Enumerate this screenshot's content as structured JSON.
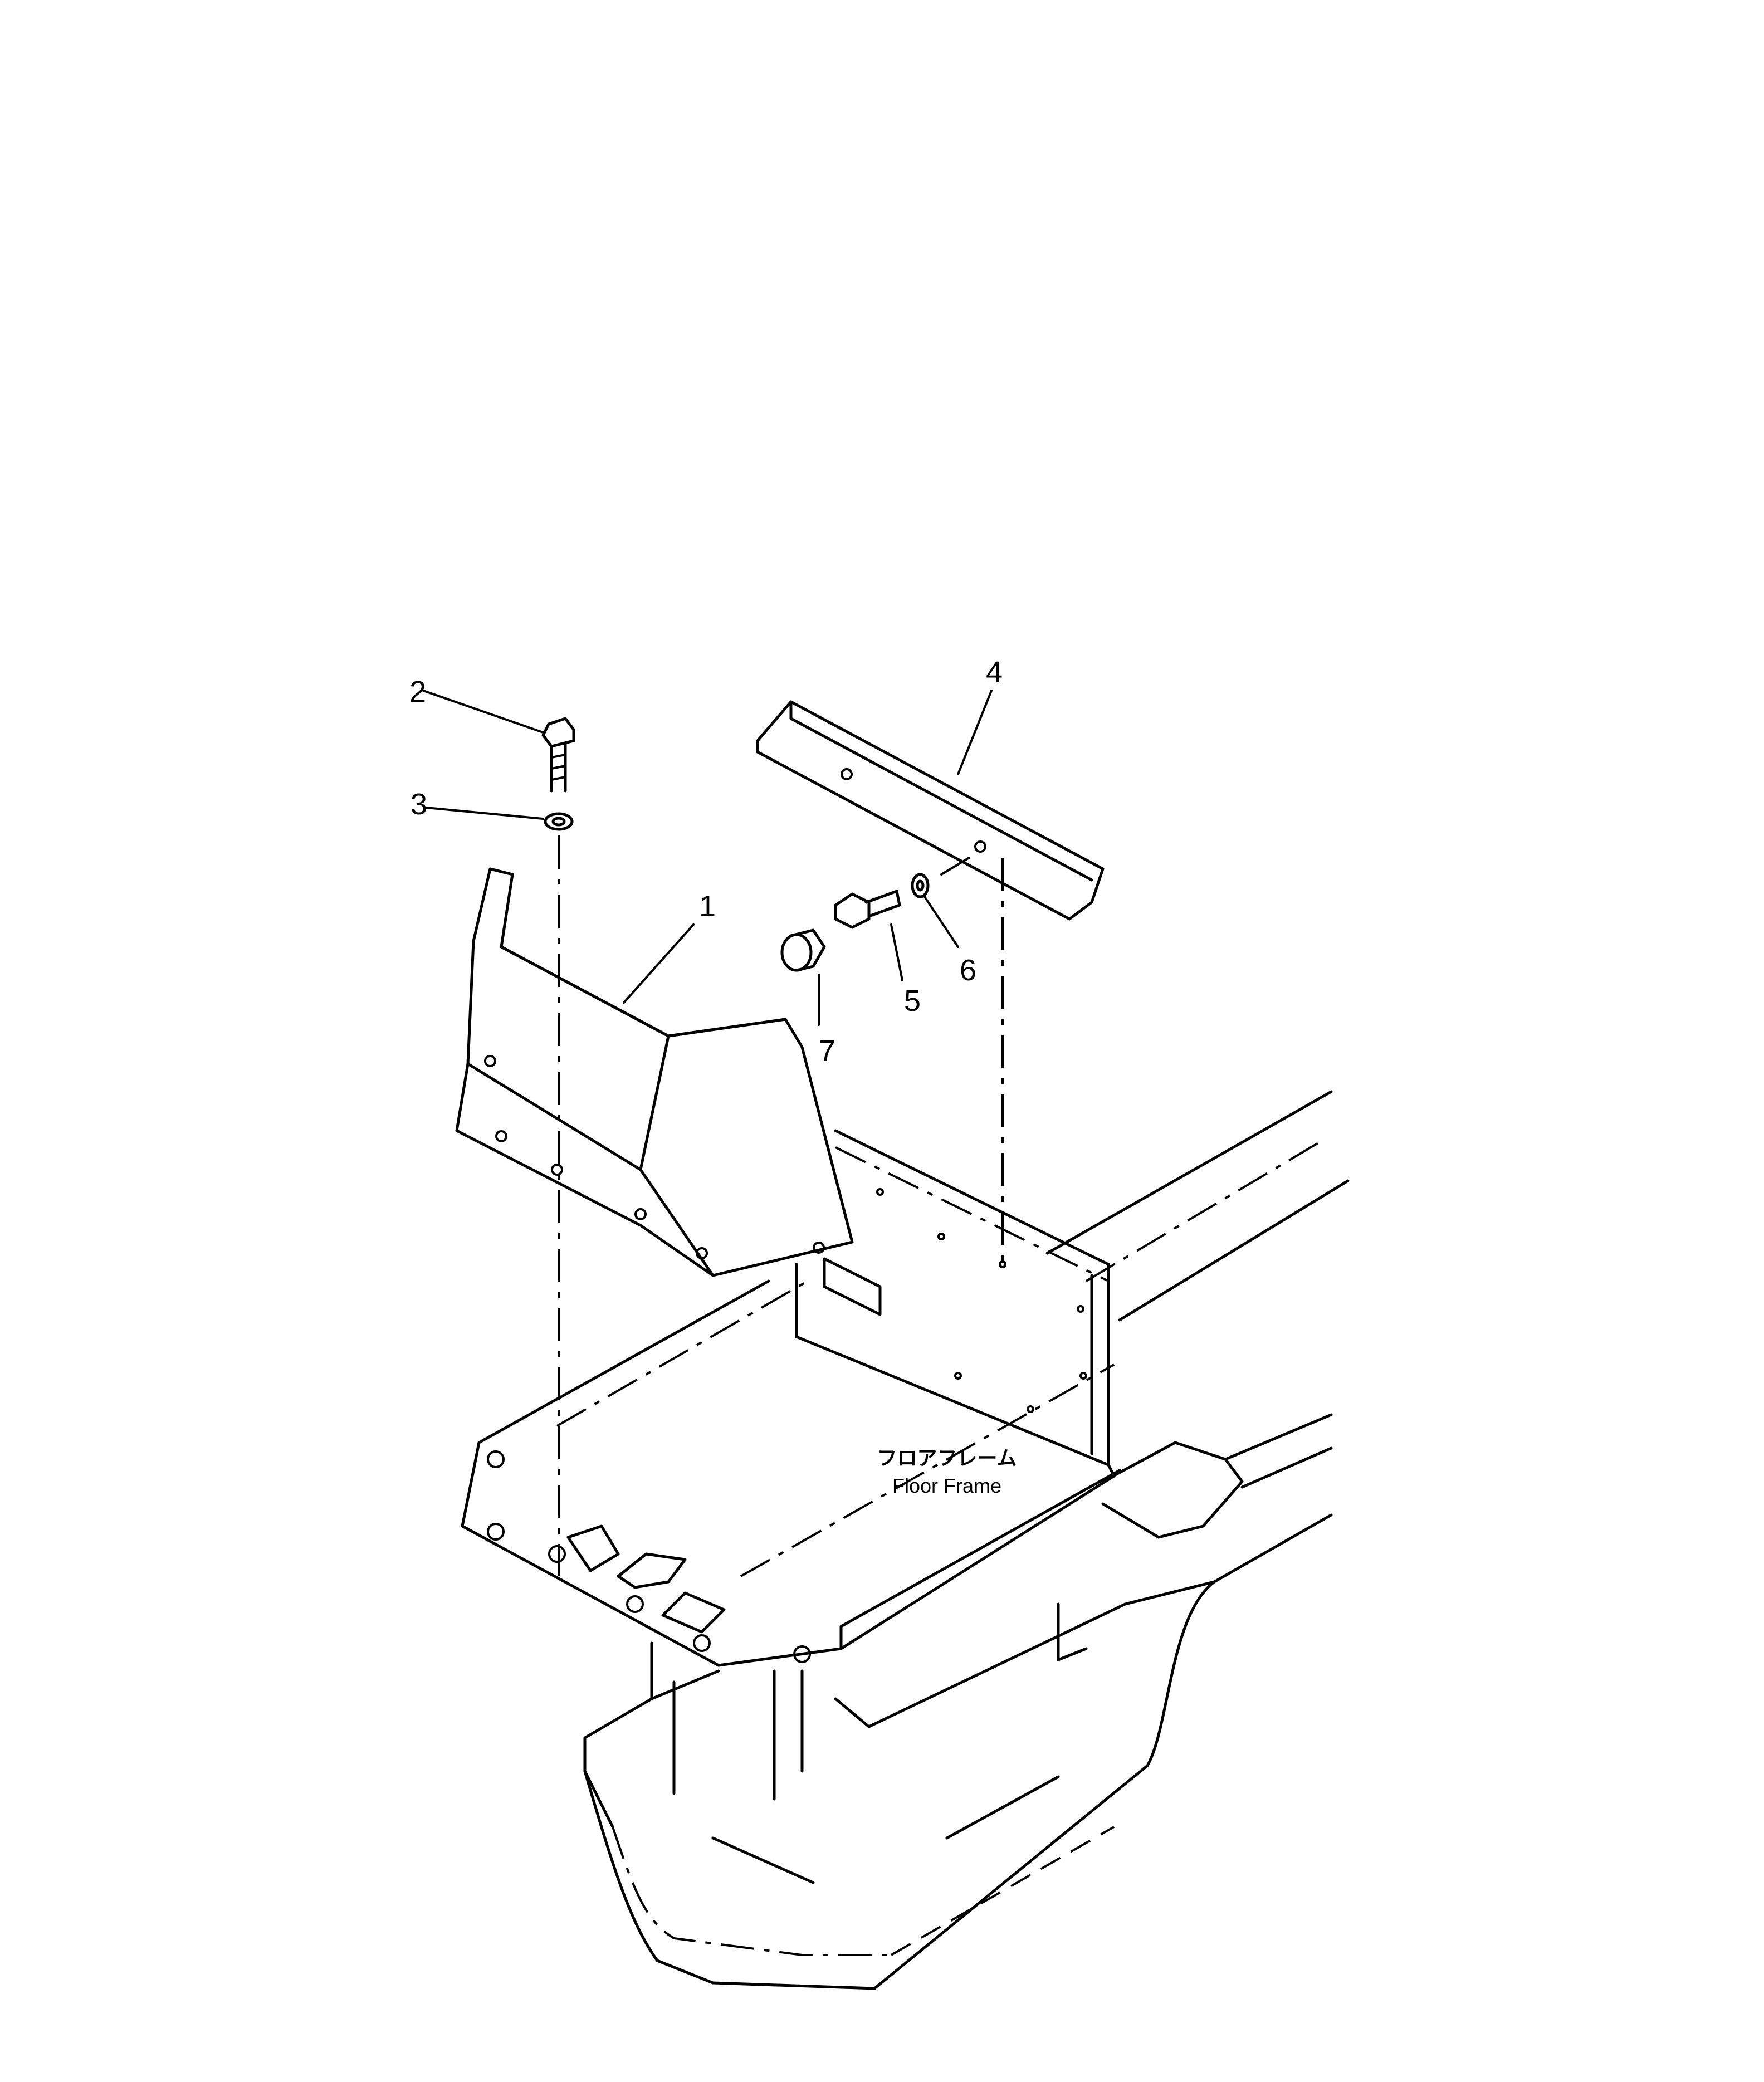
{
  "diagram": {
    "callouts": [
      {
        "id": "c1",
        "label": "1"
      },
      {
        "id": "c2",
        "label": "2"
      },
      {
        "id": "c3",
        "label": "3"
      },
      {
        "id": "c4",
        "label": "4"
      },
      {
        "id": "c5",
        "label": "5"
      },
      {
        "id": "c6",
        "label": "6"
      },
      {
        "id": "c7",
        "label": "7"
      }
    ],
    "floor_frame_label_jp": "フロアフレーム",
    "floor_frame_label_en": "Floor Frame"
  }
}
